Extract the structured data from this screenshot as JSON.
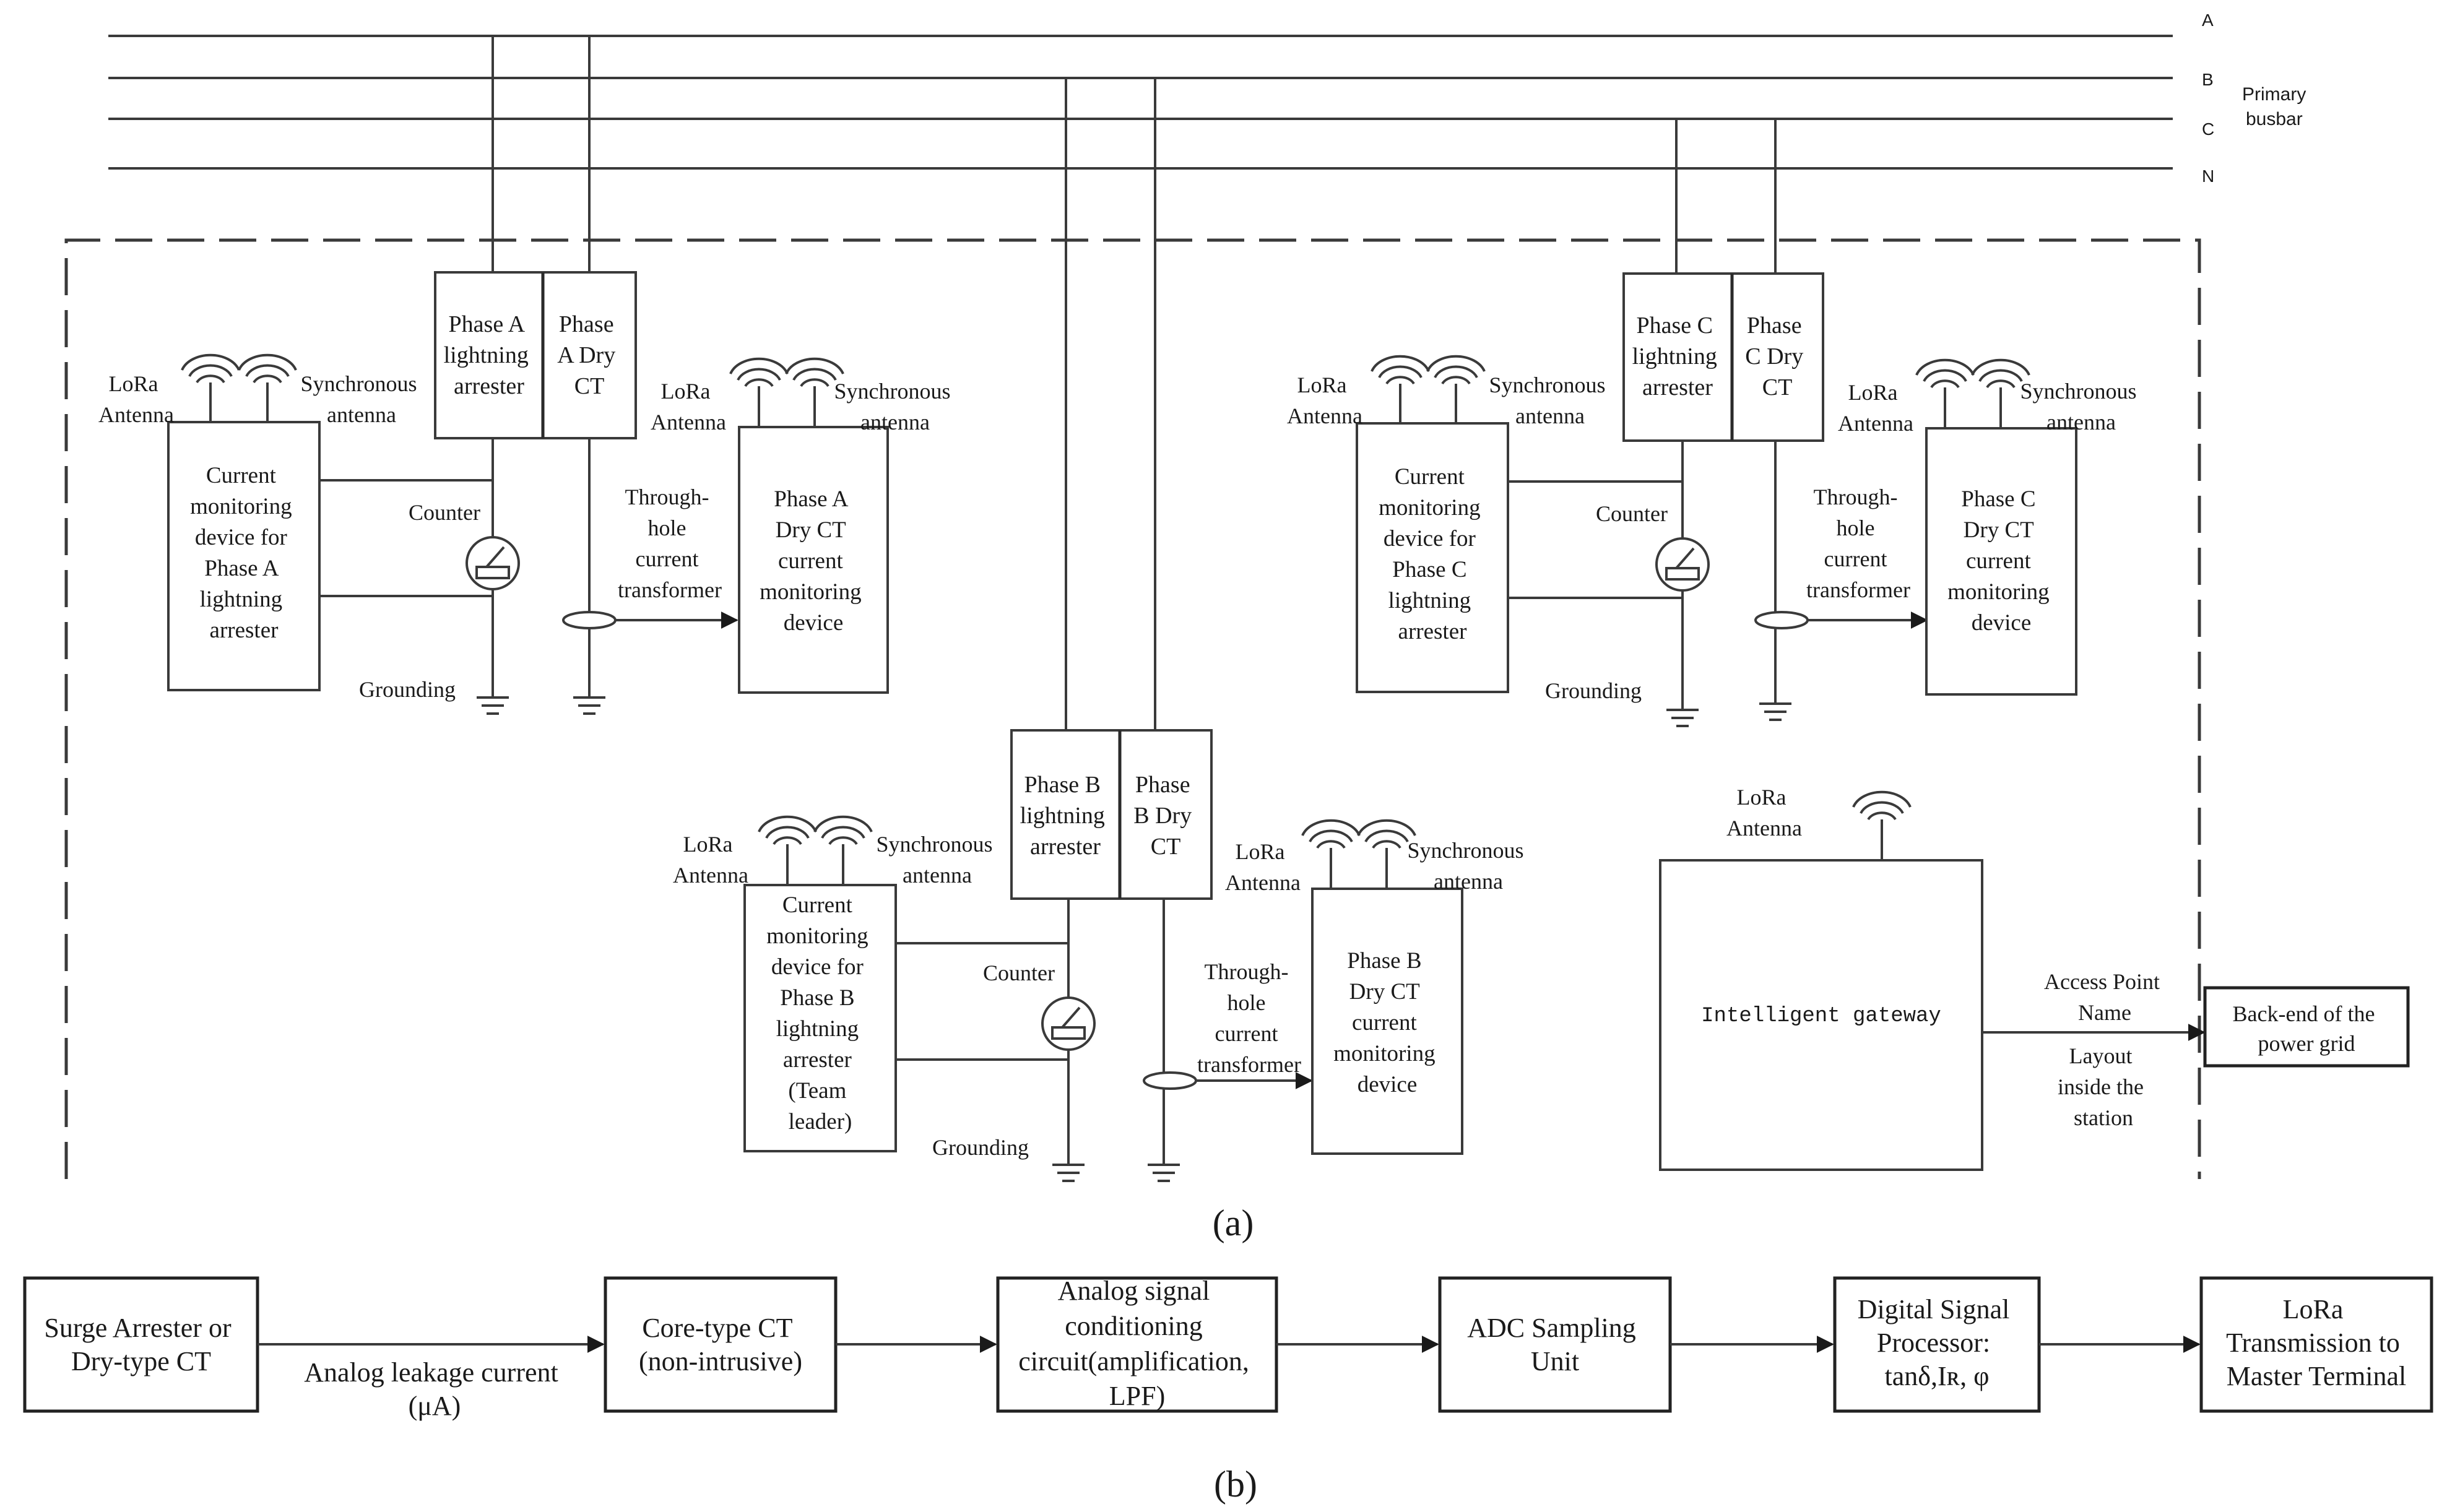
{
  "busbar": {
    "lines": [
      "A",
      "B",
      "C",
      "N"
    ],
    "label": [
      "Primary",
      "busbar"
    ]
  },
  "common": {
    "lora_antenna": [
      "LoRa",
      "Antenna"
    ],
    "sync_antenna": [
      "Synchronous",
      "antenna"
    ],
    "counter": "Counter",
    "grounding": "Grounding",
    "through_hole": [
      "Through-",
      "hole",
      "current",
      "transformer"
    ]
  },
  "phase_a": {
    "arrester": [
      "Phase A",
      "lightning",
      "arrester"
    ],
    "ct": [
      "Phase",
      "A Dry",
      "CT"
    ],
    "arrester_monitor": [
      "Current",
      "monitoring",
      "device for",
      "Phase A",
      "lightning",
      "arrester"
    ],
    "ct_monitor": [
      "Phase A",
      "Dry CT",
      "current",
      "monitoring",
      "device"
    ]
  },
  "phase_b": {
    "arrester": [
      "Phase B",
      "lightning",
      "arrester"
    ],
    "ct": [
      "Phase",
      "B Dry",
      "CT"
    ],
    "arrester_monitor": [
      "Current",
      "monitoring",
      "device for",
      "Phase B",
      "lightning",
      "arrester",
      "(Team",
      "leader)"
    ],
    "ct_monitor": [
      "Phase B",
      "Dry CT",
      "current",
      "monitoring",
      "device"
    ]
  },
  "phase_c": {
    "arrester": [
      "Phase C",
      "lightning",
      "arrester"
    ],
    "ct": [
      "Phase",
      "C Dry",
      "CT"
    ],
    "arrester_monitor": [
      "Current",
      "monitoring",
      "device for",
      "Phase C",
      "lightning",
      "arrester"
    ],
    "ct_monitor": [
      "Phase C",
      "Dry CT",
      "current",
      "monitoring",
      "device"
    ]
  },
  "gateway": {
    "antenna": [
      "LoRa",
      "Antenna"
    ],
    "label": "Intelligent gateway",
    "apn": [
      "Access Point",
      "Name"
    ],
    "layout": [
      "Layout",
      "inside the",
      "station"
    ],
    "backend": [
      "Back-end of the",
      "power grid"
    ]
  },
  "caption_a": "(a)",
  "caption_b": "(b)",
  "flow": {
    "nodes": [
      [
        "Surge Arrester or",
        "Dry-type CT"
      ],
      [
        "Core-type CT",
        "(non-intrusive)"
      ],
      [
        "Analog signal",
        "conditioning",
        "circuit(amplification,",
        "LPF)"
      ],
      [
        "ADC Sampling",
        "Unit"
      ],
      [
        "Digital Signal",
        "Processor:",
        "tanδ,Iʀ, φ"
      ],
      [
        "LoRa",
        "Transmission   to",
        "Master Terminal"
      ]
    ],
    "edge_label": [
      "Analog leakage current",
      "(μA)"
    ]
  }
}
